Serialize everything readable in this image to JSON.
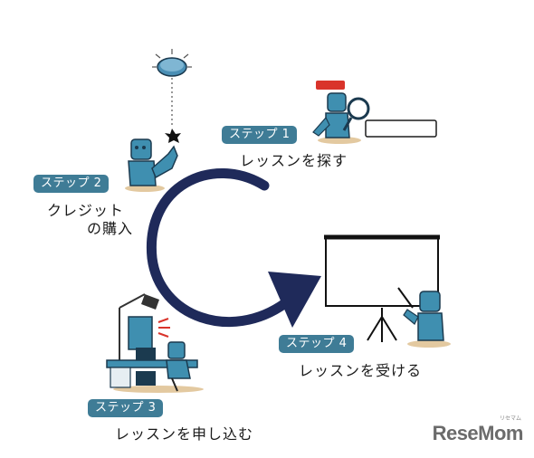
{
  "steps": [
    {
      "badge": "ステップ 1",
      "label": "レッスンを探す"
    },
    {
      "badge": "ステップ 2",
      "label_line1": "クレジット",
      "label_line2": "の購入"
    },
    {
      "badge": "ステップ 3",
      "label": "レッスンを申し込む"
    },
    {
      "badge": "ステップ 4",
      "label": "レッスンを受ける"
    }
  ],
  "brand": {
    "name": "ReseMom",
    "ruby": "リセマム"
  },
  "colors": {
    "badge": "#3f7c96",
    "arrow": "#1f2a5a",
    "figure": "#3f8fb0",
    "figure_dark": "#1b3a4f",
    "alert": "#d9342b"
  },
  "icons": [
    "coin-icon",
    "magnifier-icon",
    "screen-icon",
    "desk-icon",
    "speech-bubble-icon"
  ]
}
